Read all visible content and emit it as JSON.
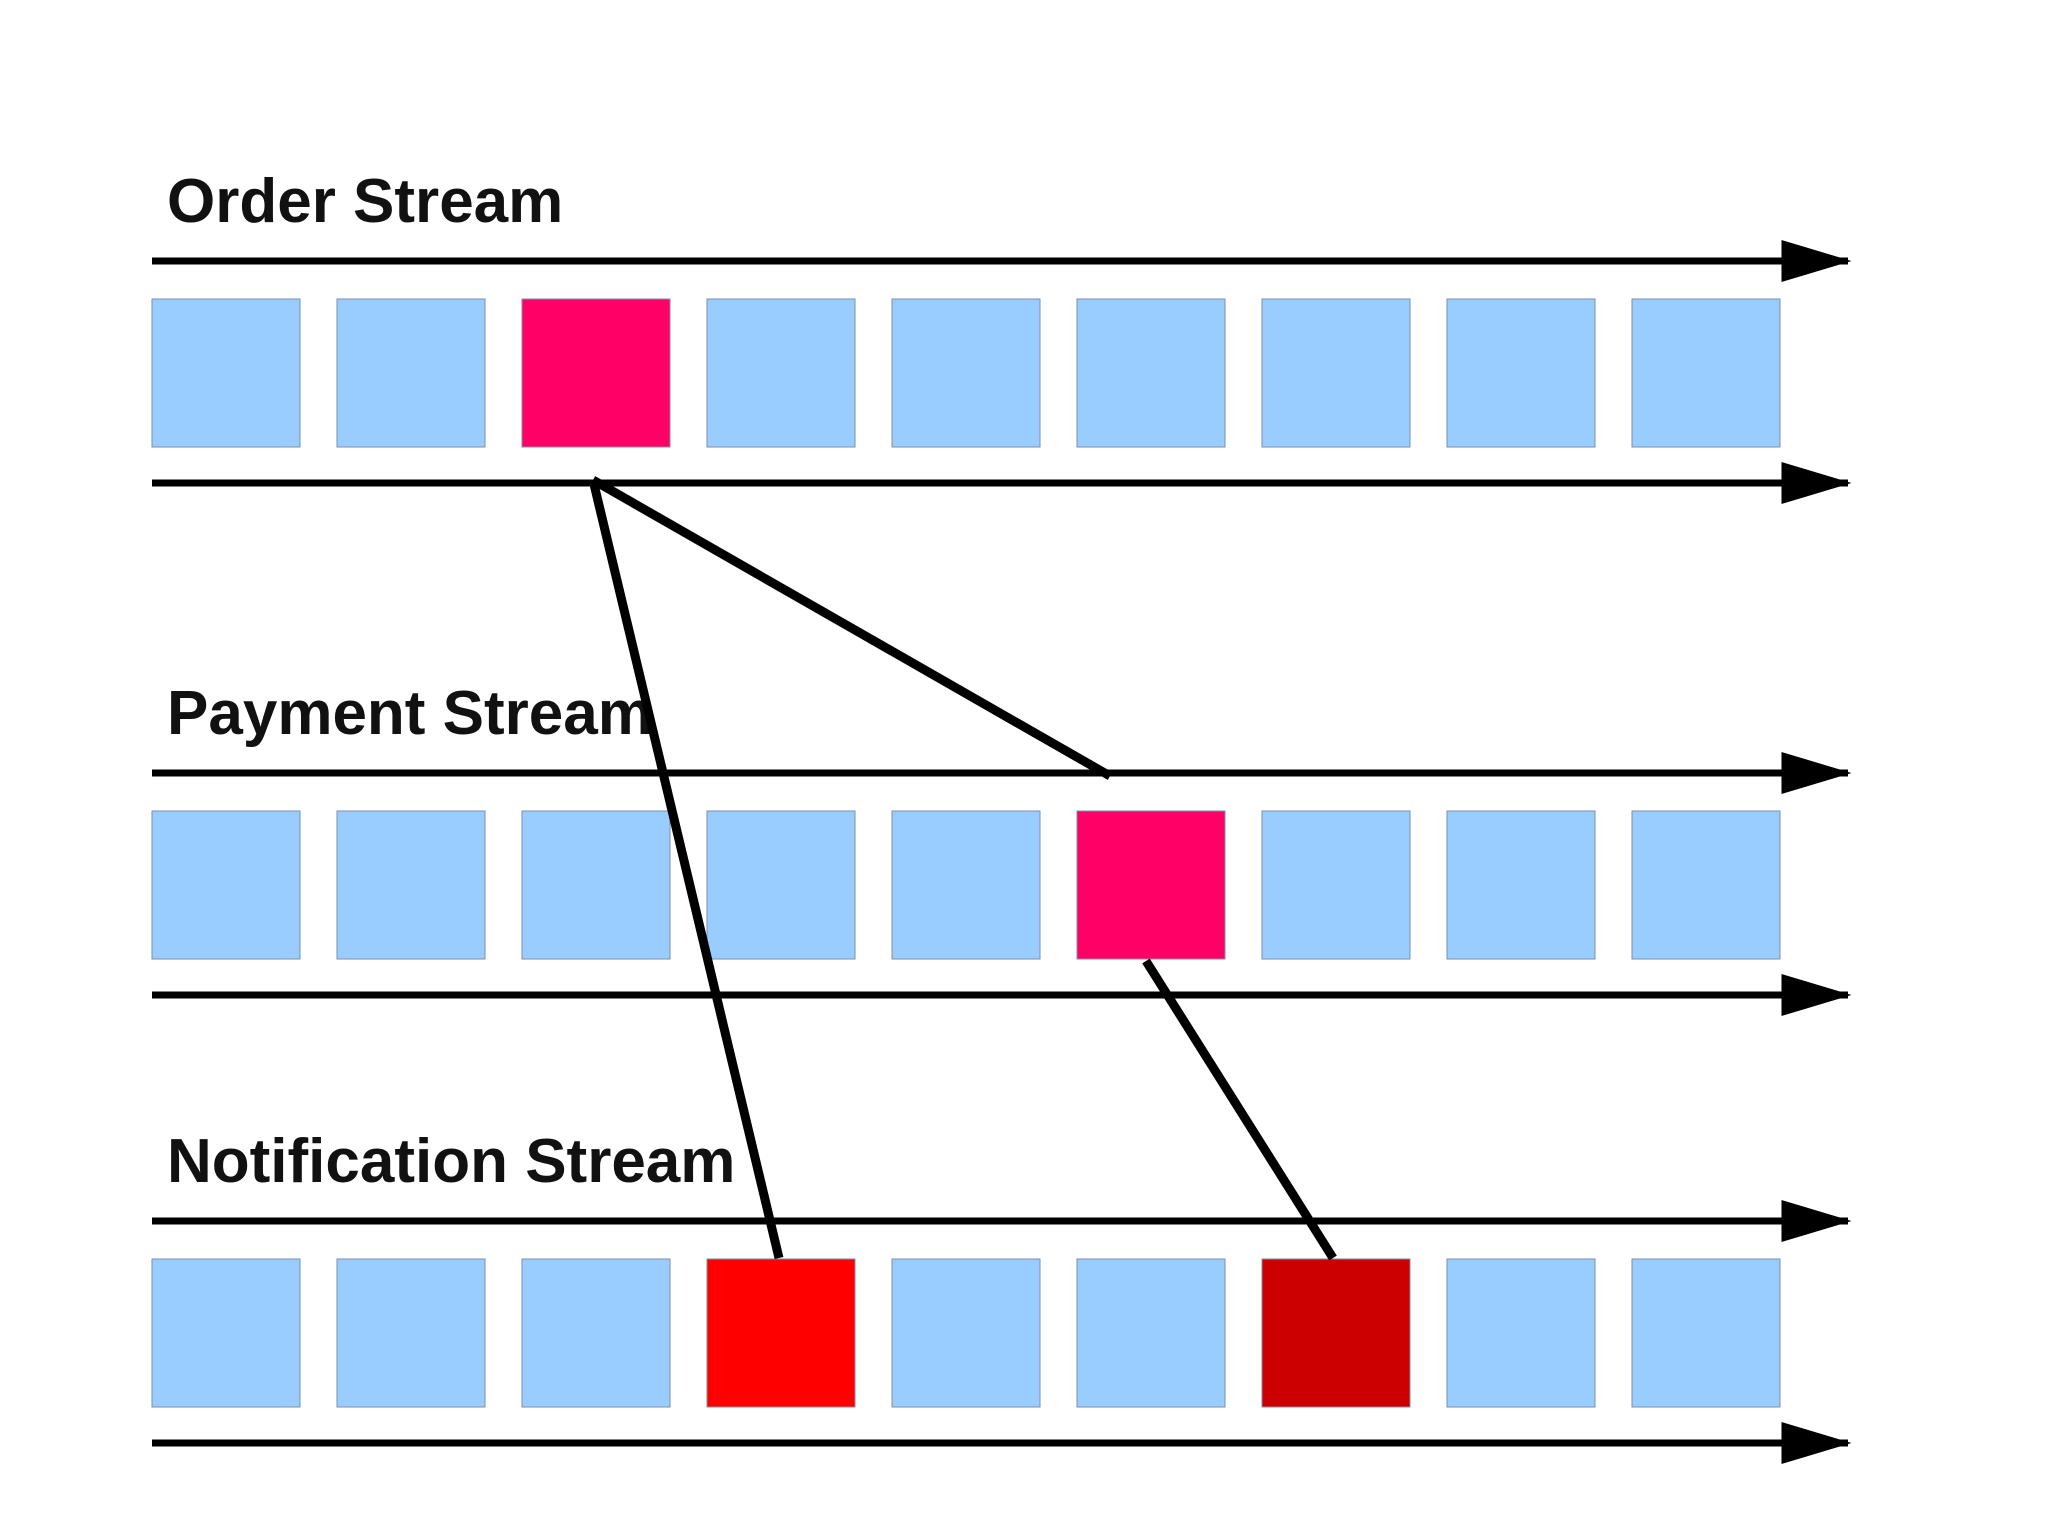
{
  "colors": {
    "default_event": "#99CCFF",
    "highlight_magenta": "#FF0066",
    "highlight_red": "#FF0000",
    "highlight_darkred": "#CC0000",
    "line": "#000000",
    "text": "#111111"
  },
  "streams": [
    {
      "id": "order",
      "title": "Order Stream",
      "events": [
        "default",
        "default",
        "magenta",
        "default",
        "default",
        "default",
        "default",
        "default",
        "default"
      ]
    },
    {
      "id": "payment",
      "title": "Payment Stream",
      "events": [
        "default",
        "default",
        "default",
        "default",
        "default",
        "magenta",
        "default",
        "default",
        "default"
      ]
    },
    {
      "id": "notification",
      "title": "Notification Stream",
      "events": [
        "default",
        "default",
        "default",
        "red",
        "default",
        "default",
        "darkred",
        "default",
        "default"
      ]
    }
  ],
  "links": [
    {
      "from": "order-event-3",
      "to": "notification-event-4"
    },
    {
      "from": "order-event-3",
      "to": "payment-event-6"
    },
    {
      "from": "payment-event-6",
      "to": "notification-event-7"
    }
  ]
}
